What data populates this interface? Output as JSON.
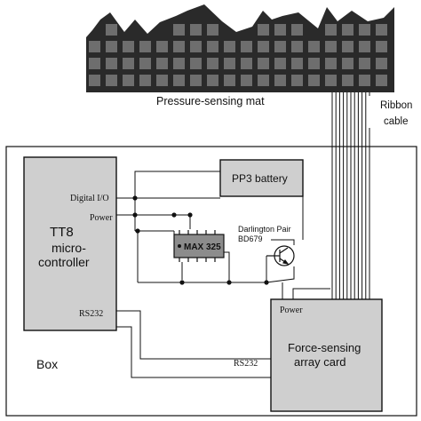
{
  "mat": {
    "label": "Pressure-sensing mat"
  },
  "cable": {
    "label_line1": "Ribbon",
    "label_line2": "cable"
  },
  "enclosure": {
    "label": "Box"
  },
  "tt8": {
    "line1": "TT8",
    "line2": "micro-",
    "line3": "controller",
    "port_digital_io": "Digital I/O",
    "port_power": "Power",
    "port_rs232": "RS232"
  },
  "battery": {
    "label": "PP3 battery"
  },
  "max325": {
    "label": "MAX 325"
  },
  "transistor": {
    "label_line1": "Darlington Pair",
    "label_line2": "BD679"
  },
  "fsa_card": {
    "line1": "Force-sensing",
    "line2": "array card",
    "port_power": "Power",
    "port_rs232": "RS232"
  },
  "colors": {
    "ink": "#111111",
    "mat_dark": "#2a2a2a",
    "mat_cell": "#6e6e6e",
    "chip": "#8c8c8c",
    "panel": "#cfcfcf"
  }
}
